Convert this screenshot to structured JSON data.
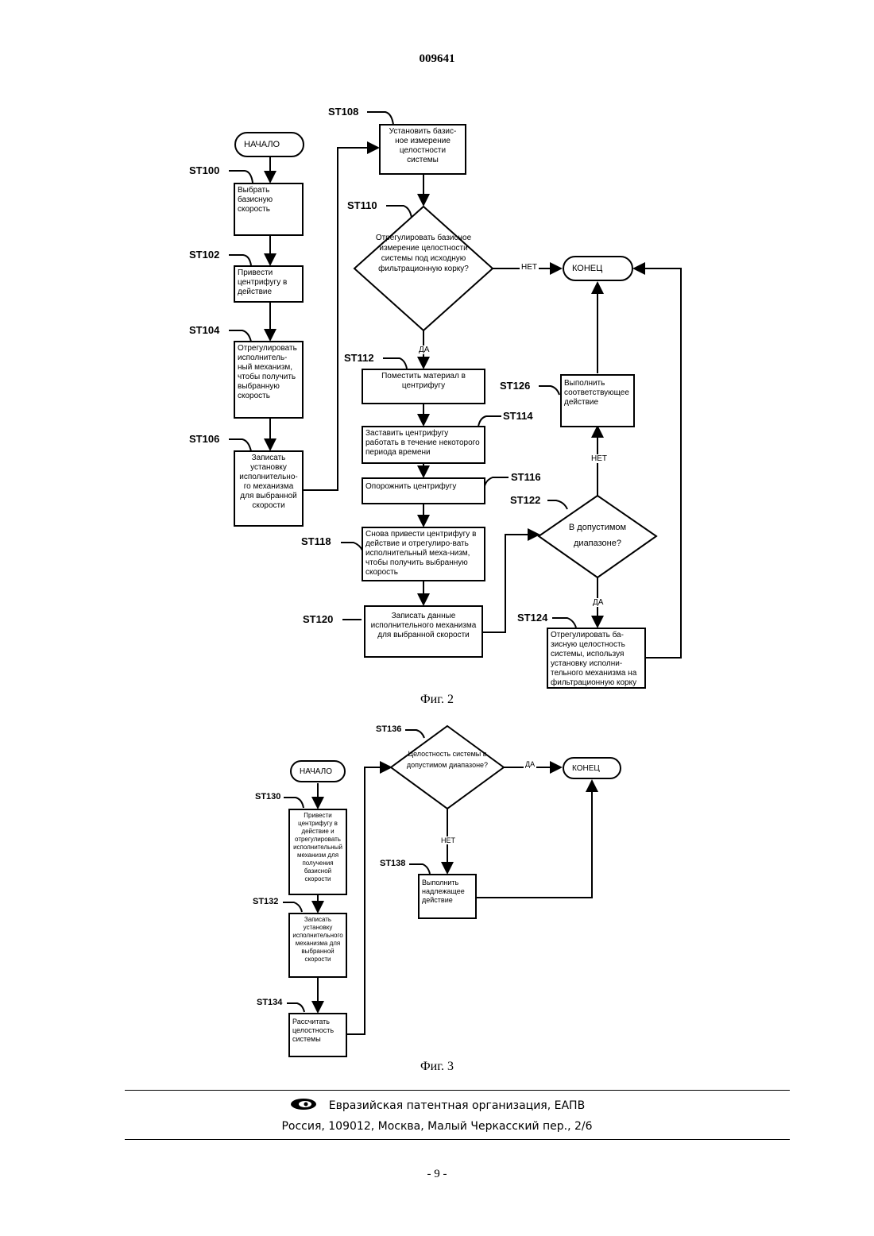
{
  "header": {
    "doc_number": "009641"
  },
  "fig2": {
    "caption": "Фиг. 2",
    "start": "НАЧАЛО",
    "end": "КОНЕЦ",
    "steps": {
      "st100": {
        "id": "ST100",
        "text": "Выбрать базисную скорость"
      },
      "st102": {
        "id": "ST102",
        "text": "Привести центрифугу в действие"
      },
      "st104": {
        "id": "ST104",
        "text": "Отрегулировать исполнитель-ный механизм, чтобы получить выбранную скорость"
      },
      "st106": {
        "id": "ST106",
        "text": "Записать установку исполнительно-го механизма для выбранной скорости"
      },
      "st108": {
        "id": "ST108",
        "text": "Установить базис-ное измерение целостности системы"
      },
      "st110": {
        "id": "ST110",
        "text": "Отрегулировать базисное измерение целостности системы под исходную фильтрационную корку?"
      },
      "st112": {
        "id": "ST112",
        "text": "Поместить материал в центрифугу"
      },
      "st114": {
        "id": "ST114",
        "text": "Заставить центрифугу работать в течение некоторого периода времени"
      },
      "st116": {
        "id": "ST116",
        "text": "Опорожнить центрифугу"
      },
      "st118": {
        "id": "ST118",
        "text": "Снова привести центрифугу в действие и отрегулиро-вать исполнительный меха-низм, чтобы получить выбранную скорость"
      },
      "st120": {
        "id": "ST120",
        "text": "Записать данные исполнительного механизма для выбранной скорости"
      },
      "st122": {
        "id": "ST122",
        "text": "В допустимом диапазоне?"
      },
      "st124": {
        "id": "ST124",
        "text": "Отрегулировать ба-зисную целостность системы, используя установку исполни-тельного механизма на фильтрационную корку"
      },
      "st126": {
        "id": "ST126",
        "text": "Выполнить соответствующее действие"
      }
    },
    "labels": {
      "st110_no": "НЕТ",
      "st110_yes": "ДА",
      "st122_no": "НЕТ",
      "st122_yes": "ДА"
    }
  },
  "fig3": {
    "caption": "Фиг. 3",
    "start": "НАЧАЛО",
    "end": "КОНЕЦ",
    "steps": {
      "st130": {
        "id": "ST130",
        "text": "Привести центрифугу в действие и отрегулировать исполнительный механизм для получения базисной скорости"
      },
      "st132": {
        "id": "ST132",
        "text": "Записать установку исполнительного механизма для выбранной скорости"
      },
      "st134": {
        "id": "ST134",
        "text": "Рассчитать целостность системы"
      },
      "st136": {
        "id": "ST136",
        "text": "Целостность системы в допустимом диапазоне?"
      },
      "st138": {
        "id": "ST138",
        "text": "Выполнить надлежащее действие"
      }
    },
    "labels": {
      "st136_yes": "ДА",
      "st136_no": "НЕТ"
    }
  },
  "footer": {
    "org": "Евразийская патентная организация, ЕАПВ",
    "address": "Россия, 109012, Москва, Малый Черкасский пер., 2/6",
    "page": "- 9 -"
  }
}
